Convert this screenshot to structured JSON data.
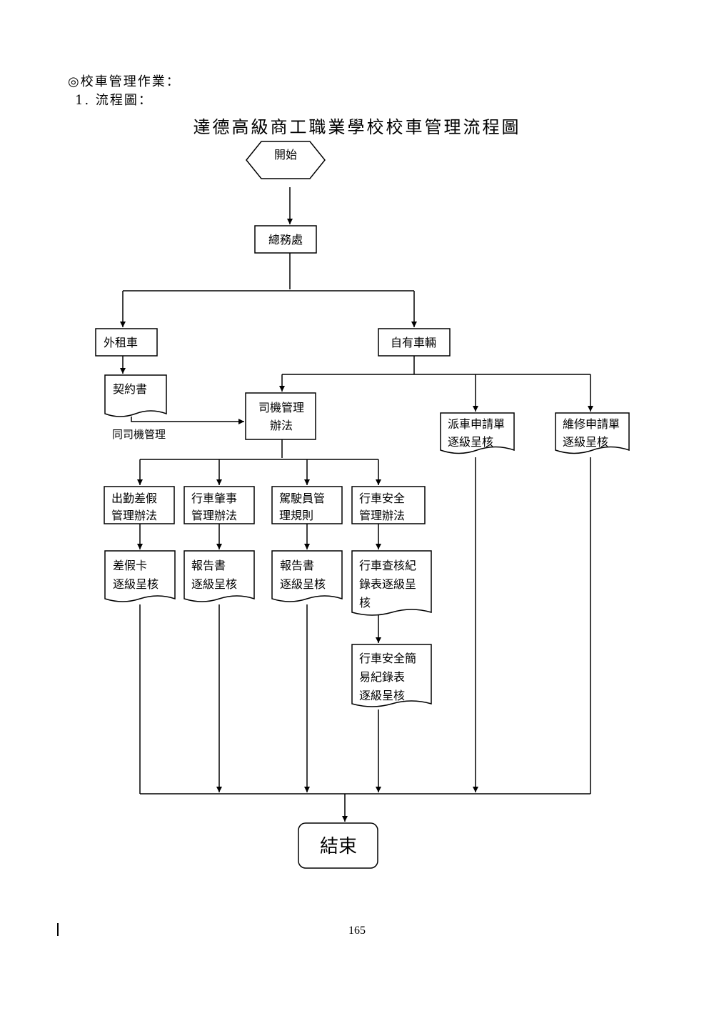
{
  "header": {
    "section": "◎校車管理作業：",
    "subsection": "1. 流程圖："
  },
  "diagram": {
    "title": "達德高級商工職業學校校車管理流程圖",
    "start": "開始",
    "general_affairs": "總務處",
    "rental_car": "外租車",
    "own_vehicle": "自有車輛",
    "contract": "契約書",
    "contract_note": "同司機管理",
    "driver_rules": [
      "司機管理",
      "辦法"
    ],
    "dispatch_form": [
      "派車申請單",
      "逐級呈核"
    ],
    "repair_form": [
      "維修申請單",
      "逐級呈核"
    ],
    "attendance_rules": [
      "出勤差假",
      "管理辦法"
    ],
    "accident_rules": [
      "行車肇事",
      "管理辦法"
    ],
    "driver_mgmt_rules": [
      "駕駛員管",
      "理規則"
    ],
    "safety_rules": [
      "行車安全",
      "管理辦法"
    ],
    "leave_card": [
      "差假卡",
      "逐級呈核"
    ],
    "report_1": [
      "報告書",
      "逐級呈核"
    ],
    "report_2": [
      "報告書",
      "逐級呈核"
    ],
    "inspection_record": [
      "行車查核紀",
      "錄表逐級呈",
      "核"
    ],
    "simple_safety_record": [
      "行車安全簡",
      "易紀錄表",
      "逐級呈核"
    ],
    "end": "結束"
  },
  "footer": {
    "page_number": "165"
  }
}
